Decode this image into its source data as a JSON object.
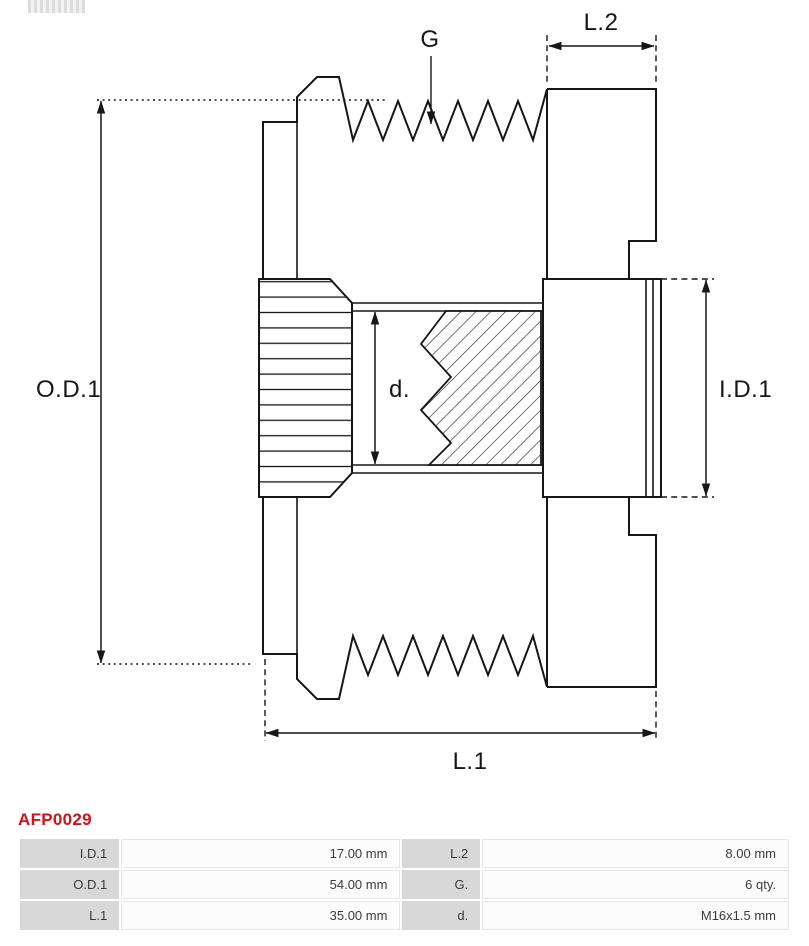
{
  "page": {
    "background": "#ffffff",
    "accent_red": "#da0e15",
    "line_color": "#161616",
    "table_label_bg": "#d8d8d8",
    "table_value_bg": "#fcfcfc"
  },
  "watermark": {
    "name": "brand-watermark"
  },
  "part": {
    "number": "AFP0029"
  },
  "drawing": {
    "labels": {
      "outer_diameter": "O.D.1",
      "inner_diameter": "I.D.1",
      "length_total": "L.1",
      "length_step": "L.2",
      "grooves": "G",
      "thread_diameter": "d."
    }
  },
  "spec_table": {
    "rows": [
      {
        "label_left": "I.D.1",
        "value_left": "17.00 mm",
        "label_right": "L.2",
        "value_right": "8.00 mm"
      },
      {
        "label_left": "O.D.1",
        "value_left": "54.00 mm",
        "label_right": "G.",
        "value_right": "6 qty."
      },
      {
        "label_left": "L.1",
        "value_left": "35.00 mm",
        "label_right": "d.",
        "value_right": "M16x1.5 mm"
      }
    ]
  }
}
